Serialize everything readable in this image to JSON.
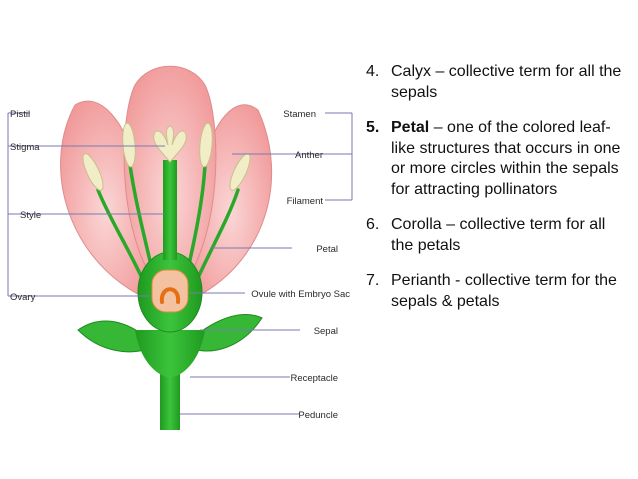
{
  "diagram": {
    "labels": {
      "pistil": "Pistil",
      "stigma": "Stigma",
      "style": "Style",
      "ovary": "Ovary",
      "stamen": "Stamen",
      "anther": "Anther",
      "filament": "Filament",
      "petal": "Petal",
      "ovule": "Ovule with Embryo Sac",
      "sepal": "Sepal",
      "receptacle": "Receptacle",
      "peduncle": "Peduncle"
    },
    "colors": {
      "petal_fill": "#f4a6a6",
      "petal_inner": "#f8c8c8",
      "petal_stroke": "#d98a8a",
      "green": "#2fb12f",
      "green_dark": "#1e8a1e",
      "anther": "#f0ecc4",
      "ovule": "#f08a24"
    }
  },
  "notes": [
    {
      "num": "4.",
      "term": "",
      "text": "Calyx – collective term for all the sepals"
    },
    {
      "num": "5.",
      "term": "Petal",
      "text": " – one of the colored leaf-like structures that occurs in one or more circles within the sepals for attracting pollinators"
    },
    {
      "num": "6.",
      "term": "",
      "text": "Corolla – collective term for all the petals"
    },
    {
      "num": "7.",
      "term": "",
      "text": "Perianth  - collective term for the sepals & petals"
    }
  ]
}
